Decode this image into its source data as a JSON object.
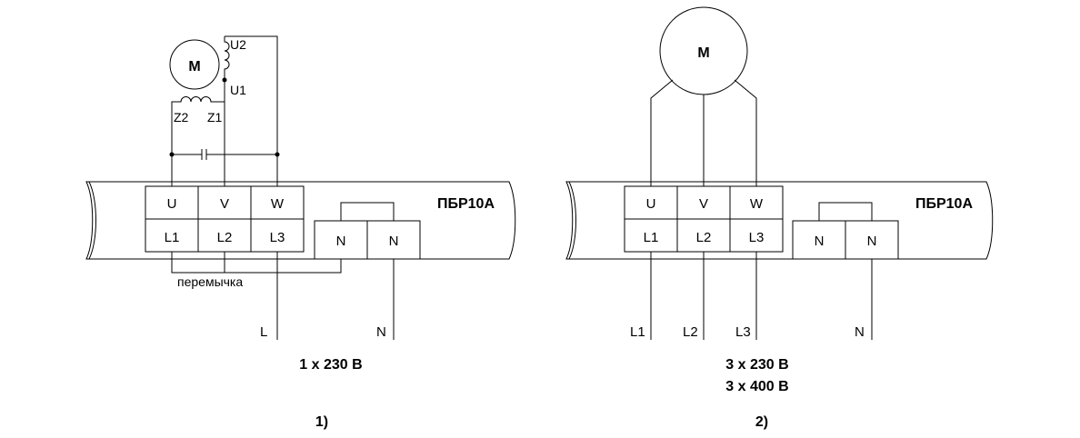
{
  "diagram1": {
    "motor_label": "M",
    "winding_u2": "U2",
    "winding_u1": "U1",
    "winding_z2": "Z2",
    "winding_z1": "Z1",
    "device_name": "ПБР10А",
    "terminals_top": [
      "U",
      "V",
      "W"
    ],
    "terminals_bottom": [
      "L1",
      "L2",
      "L3"
    ],
    "neutral_terminals": [
      "N",
      "N"
    ],
    "jumper_label": "перемычка",
    "line_labels": [
      "L",
      "N"
    ],
    "supply": "1 x 230 В",
    "caption": "1)"
  },
  "diagram2": {
    "motor_label": "M",
    "device_name": "ПБР10А",
    "terminals_top": [
      "U",
      "V",
      "W"
    ],
    "terminals_bottom": [
      "L1",
      "L2",
      "L3"
    ],
    "neutral_terminals": [
      "N",
      "N"
    ],
    "line_labels": [
      "L1",
      "L2",
      "L3",
      "N"
    ],
    "supply_1": "3 x 230 В",
    "supply_2": "3 x 400 В",
    "caption": "2)"
  }
}
